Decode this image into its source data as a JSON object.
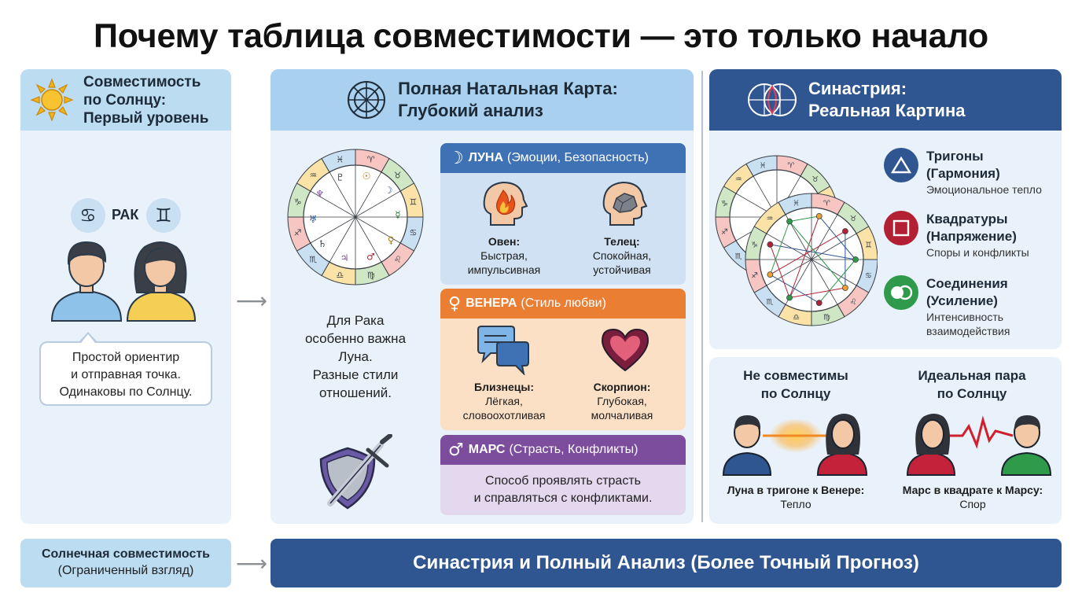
{
  "title": "Почему таблица совместимости — это только начало",
  "sun_panel": {
    "header": [
      "Совместимость",
      "по Солнцу:",
      "Первый уровень"
    ],
    "sign_label": "РАК",
    "cancer_glyph": "♋",
    "gemini_glyph": "♊",
    "bubble": [
      "Простой ориентир",
      "и отправная точка.",
      "Одинаковы по Солнцу."
    ]
  },
  "natal_panel": {
    "header": [
      "Полная Натальная Карта:",
      "Глубокий анализ"
    ],
    "note": [
      "Для Рака",
      "особенно важна",
      "Луна.",
      "Разные стили",
      "отношений."
    ],
    "moon": {
      "glyph": "☽",
      "title": "ЛУНА",
      "subtitle": "(Эмоции, Безопасность)",
      "left_sign": "Овен:",
      "left_desc": [
        "Быстрая,",
        "импульсивная"
      ],
      "right_sign": "Телец:",
      "right_desc": [
        "Спокойная,",
        "устойчивая"
      ]
    },
    "venus": {
      "glyph": "♀",
      "title": "ВЕНЕРА",
      "subtitle": "(Стиль любви)",
      "left_sign": "Близнецы:",
      "left_desc": [
        "Лёгкая,",
        "словоохотливая"
      ],
      "right_sign": "Скорпион:",
      "right_desc": [
        "Глубокая,",
        "молчаливая"
      ]
    },
    "mars": {
      "glyph": "♂",
      "title": "МАРС",
      "subtitle": "(Страсть, Конфликты)",
      "desc": [
        "Способ проявлять страсть",
        "и справляться с конфликтами."
      ]
    },
    "wheel_glyphs": [
      "♈",
      "♉",
      "♊",
      "♋",
      "♌",
      "♍",
      "♎",
      "♏",
      "♐",
      "♑",
      "♒",
      "♓"
    ],
    "planet_glyphs": [
      "☉",
      "☽",
      "☿",
      "♀",
      "♂",
      "♃",
      "♄",
      "♅",
      "♆",
      "♇"
    ]
  },
  "synastry_panel": {
    "header": [
      "Синастрия:",
      "Реальная Картина"
    ],
    "items": [
      {
        "title": [
          "Тригоны",
          "(Гармония)"
        ],
        "desc": [
          "Эмоциональное тепло"
        ],
        "color": "#2f5690"
      },
      {
        "title": [
          "Квадратуры",
          "(Напряжение)"
        ],
        "desc": [
          "Споры и конфликты"
        ],
        "color": "#b32034"
      },
      {
        "title": [
          "Соединения",
          "(Усиление)"
        ],
        "desc": [
          "Интенсивность",
          "взаимодействия"
        ],
        "color": "#2e9a4a"
      }
    ]
  },
  "pairs_panel": {
    "left_title": [
      "Не совместимы",
      "по Солнцу"
    ],
    "left_caption": "Луна в тригоне к Венере:",
    "left_result": "Тепло",
    "right_title": [
      "Идеальная пара",
      "по Солнцу"
    ],
    "right_caption": "Марс в квадрате к Марсу:",
    "right_result": "Спор"
  },
  "bottom": {
    "left": [
      "Солнечная совместимость",
      "(Ограниченный взгляд)"
    ],
    "right": "Синастрия и Полный Анализ (Более Точный Прогноз)"
  },
  "colors": {
    "light_bg": "#e9f2fa",
    "header_light": "#bcdcf2",
    "header_mid": "#a9d0ee",
    "navy": "#2f5690",
    "moon_head": "#3f72b5",
    "moon_body": "#cfe1f2",
    "venus_head": "#ea7f34",
    "venus_body": "#fbe0c6",
    "mars_head": "#7b4d9c",
    "mars_body": "#e4d8ef"
  }
}
